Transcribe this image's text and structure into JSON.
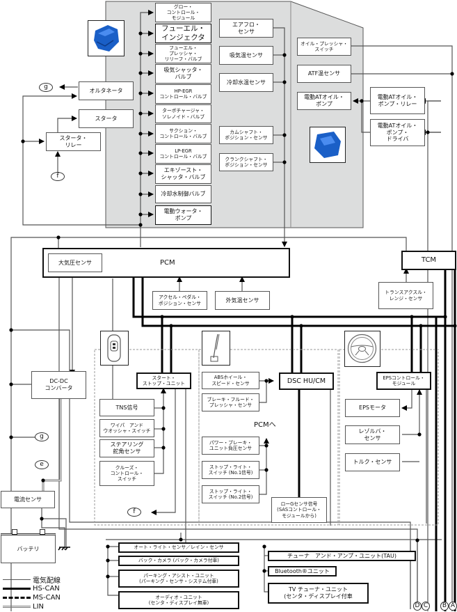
{
  "diagram": {
    "title": "",
    "engine_group": {
      "actuators": [
        "グロー・\nコントロール・\nモジュール",
        "フューエル・\nインジェクタ",
        "フューエル・\nプレッシャ・\nリリーフ・バルブ",
        "吸気シャッタ・\nバルブ",
        "HP-EGR\nコントロール・バルブ",
        "ターボチャージャ・\nソレノイド・バルブ",
        "サクション・\nコントロール・バルブ",
        "LP-EGR\nコントロール・バルブ",
        "エキゾースト・\nシャッタ・バルブ",
        "冷却水制御バルブ",
        "電動ウォータ・\nポンプ"
      ],
      "sensors": [
        "エアフロ・\nセンサ",
        "吸気温センサ",
        "冷却水温センサ",
        "カムシャフト・\nポジション・センサ",
        "クランクシャフト・\nポジション・センサ"
      ],
      "alternator": "オルタネータ",
      "starter": "スタータ",
      "starter_relay": "スタータ・\nリレー",
      "engine_image": "engine-icon"
    },
    "transmission_group": {
      "oil_pressure_switch": "オイル・プレッシャ・\nスイッチ",
      "atf_temp_sensor": "ATF温センサ",
      "electric_at_oil_pump": "電動ATオイル・\nポンプ",
      "electric_at_oil_pump_relay": "電動ATオイル・\nポンプ・リレー",
      "electric_at_oil_pump_driver": "電動ATオイル・\nポンプ・\nドライバ",
      "transmission_image": "transmission-icon"
    },
    "pcm": {
      "label": "PCM",
      "barometric_sensor": "大気圧センサ",
      "accel_pedal_sensor": "アクセル・ペダル・\nポジション・センサ",
      "ambient_temp_sensor": "外気温センサ"
    },
    "tcm": {
      "label": "TCM",
      "range_sensor": "トランスアクスル・\nレンジ・センサ"
    },
    "power": {
      "dcdc": "DC-DC\nコンバータ",
      "current_sensor": "電流センサ",
      "battery": "バッテリ"
    },
    "start_stop": {
      "unit": "スタート・\nストップ・ユニット",
      "inputs": [
        "TNS信号",
        "ワイパ　アンド\nウオッシャ・スイッチ",
        "ステアリング\n舵角センサ",
        "クルーズ・\nコントロール・\nスイッチ"
      ]
    },
    "dsc": {
      "unit": "DSC HU/CM",
      "inputs": [
        "ABSホイール・\nスピード・センサ",
        "ブレーキ・フルード・\nプレッシャ・センサ"
      ],
      "to_pcm_label": "PCMへ",
      "pcm_inputs": [
        "パワー・ブレーキ・\nユニット負圧センサ",
        "ストップ・ライト・\nスイッチ (No.1信号)",
        "ストップ・ライト・\nスイッチ (No.2信号)"
      ],
      "low_g": "ローGセンサ信号\n(SASコントロール・\nモジュールから)"
    },
    "eps": {
      "unit": "EPSコントロール・\nモジュール",
      "motor": "EPSモータ",
      "resolver": "レゾルバ・\nセンサ",
      "torque": "トルク・センサ"
    },
    "body_left": [
      "オート・ライト・センサ／レイン・センサ",
      "バック・カメラ (バック・カメラ付車)",
      "パーキング・アシスト・ユニット\n(パーキング・センサ・システム付車)",
      "オーディオ・ユニット\n(センタ・ディスプレイ無車)"
    ],
    "body_right": [
      "チューナ　アンド・アンプ・ユニット(TAU)",
      "Bluetooth®ユニット",
      "TV チューナ・ユニット\n(センタ・ディスプレイ付車"
    ],
    "connectors": {
      "g": "g",
      "f": "f",
      "e": "e",
      "D": "D",
      "C": "C",
      "B": "B",
      "A": "A"
    },
    "legend": [
      {
        "label": "電気配線",
        "style": "wire"
      },
      {
        "label": "HS-CAN",
        "style": "hs"
      },
      {
        "label": "MS-CAN",
        "style": "ms"
      },
      {
        "label": "LIN",
        "style": "lin"
      }
    ],
    "colors": {
      "engine_bg": "#dcdddd",
      "wire": "#555555",
      "can": "#000000",
      "engine_blue": "#1a5fc7"
    }
  }
}
